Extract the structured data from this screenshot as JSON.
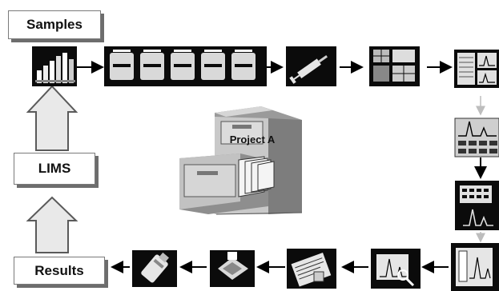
{
  "labels": {
    "samples": "Samples",
    "lims": "LIMS",
    "results": "Results",
    "cabinet": "Project A"
  },
  "icons": [
    "sample-rack-icon",
    "autosampler-tray-icon",
    "syringe-icon",
    "data-grid-icon",
    "chromatogram-screens-icon",
    "peak-report-icon",
    "spectrum-monitor-icon",
    "printed-report-icon",
    "peak-zoom-icon",
    "report-sheet-icon",
    "export-print-icon",
    "usb-drive-icon",
    "file-cabinet-icon"
  ],
  "colors": {
    "tile": "#0b0b0b",
    "arrow": "#000000",
    "upArrowFill": "#e6e6e6",
    "upArrowStroke": "#5a5a5a",
    "cabinetBody": "#c9c9c9",
    "cabinetShade": "#8e8e8e"
  }
}
